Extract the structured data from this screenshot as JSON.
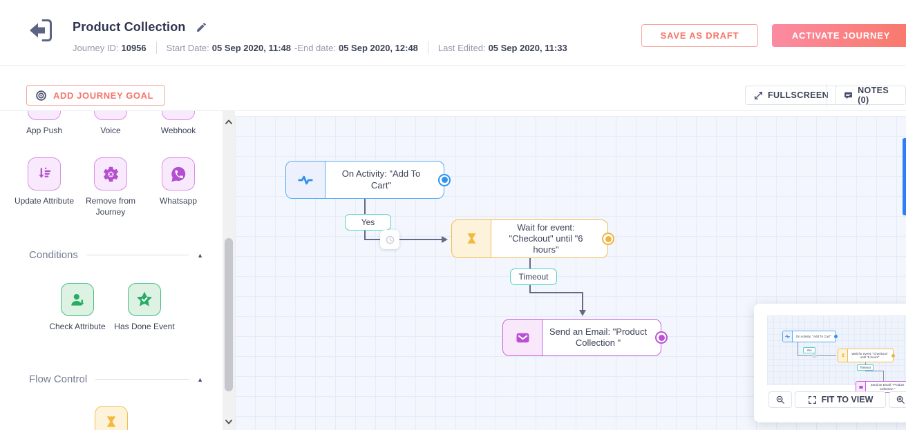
{
  "header": {
    "title": "Product Collection",
    "journey_id_label": "Journey ID:",
    "journey_id_value": "10956",
    "start_date_label": "Start Date:",
    "start_date_value": "05 Sep 2020, 11:48",
    "end_date_label": "-End date:",
    "end_date_value": "05 Sep 2020, 12:48",
    "last_edited_label": "Last Edited:",
    "last_edited_value": "05 Sep 2020, 11:33",
    "save_as_draft_label": "SAVE AS DRAFT",
    "activate_journey_label": "ACTIVATE JOURNEY"
  },
  "toolbar": {
    "add_journey_goal_label": "ADD JOURNEY GOAL",
    "fullscreen_label": "FULLSCREEN",
    "notes_label": "NOTES (0)"
  },
  "sidebar": {
    "channels": [
      {
        "label": "App Push",
        "icon": "app-push-icon"
      },
      {
        "label": "Voice",
        "icon": "voice-icon"
      },
      {
        "label": "Webhook",
        "icon": "webhook-icon"
      }
    ],
    "actions": [
      {
        "label": "Update Attribute",
        "icon": "update-attribute-icon"
      },
      {
        "label": "Remove from Journey",
        "icon": "remove-from-journey-icon"
      },
      {
        "label": "Whatsapp",
        "icon": "whatsapp-icon"
      }
    ],
    "sections": [
      {
        "title": "Conditions",
        "items": [
          {
            "label": "Check Attribute",
            "icon": "check-attribute-icon"
          },
          {
            "label": "Has Done Event",
            "icon": "has-done-event-icon"
          }
        ]
      },
      {
        "title": "Flow Control",
        "items": [
          {
            "label": "",
            "icon": "hourglass-icon"
          }
        ]
      }
    ]
  },
  "canvas": {
    "nodes": [
      {
        "id": "trigger",
        "label": "On Activity: \"Add To Cart\"",
        "icon": "activity-pulse-icon",
        "color": "#55a9f2"
      },
      {
        "id": "wait",
        "label": "Wait for event: \"Checkout\" until \"6 hours\"",
        "icon": "hourglass-icon",
        "color": "#f2bb4e"
      },
      {
        "id": "email",
        "label": "Send an Email: \"Product Collection \"",
        "icon": "email-icon",
        "color": "#c45ede"
      }
    ],
    "edge_labels": {
      "yes": "Yes",
      "timeout": "Timeout"
    }
  },
  "minimap": {
    "fit_to_view_label": "FIT TO VIEW"
  },
  "colors": {
    "coral": "#f5766b",
    "activate_gradient_start": "#fb8ba2",
    "activate_gradient_end": "#f9796a",
    "purple": "#b44fd0",
    "green": "#27ad62",
    "amber": "#f3b93d",
    "blue": "#2e8ff0",
    "teal": "#52d3c7",
    "edge": "#626a85",
    "canvas_bg": "#f3f6fc",
    "grid_line": "#e4ecf8",
    "scroll_thumb_blue": "#2d7ef7"
  }
}
